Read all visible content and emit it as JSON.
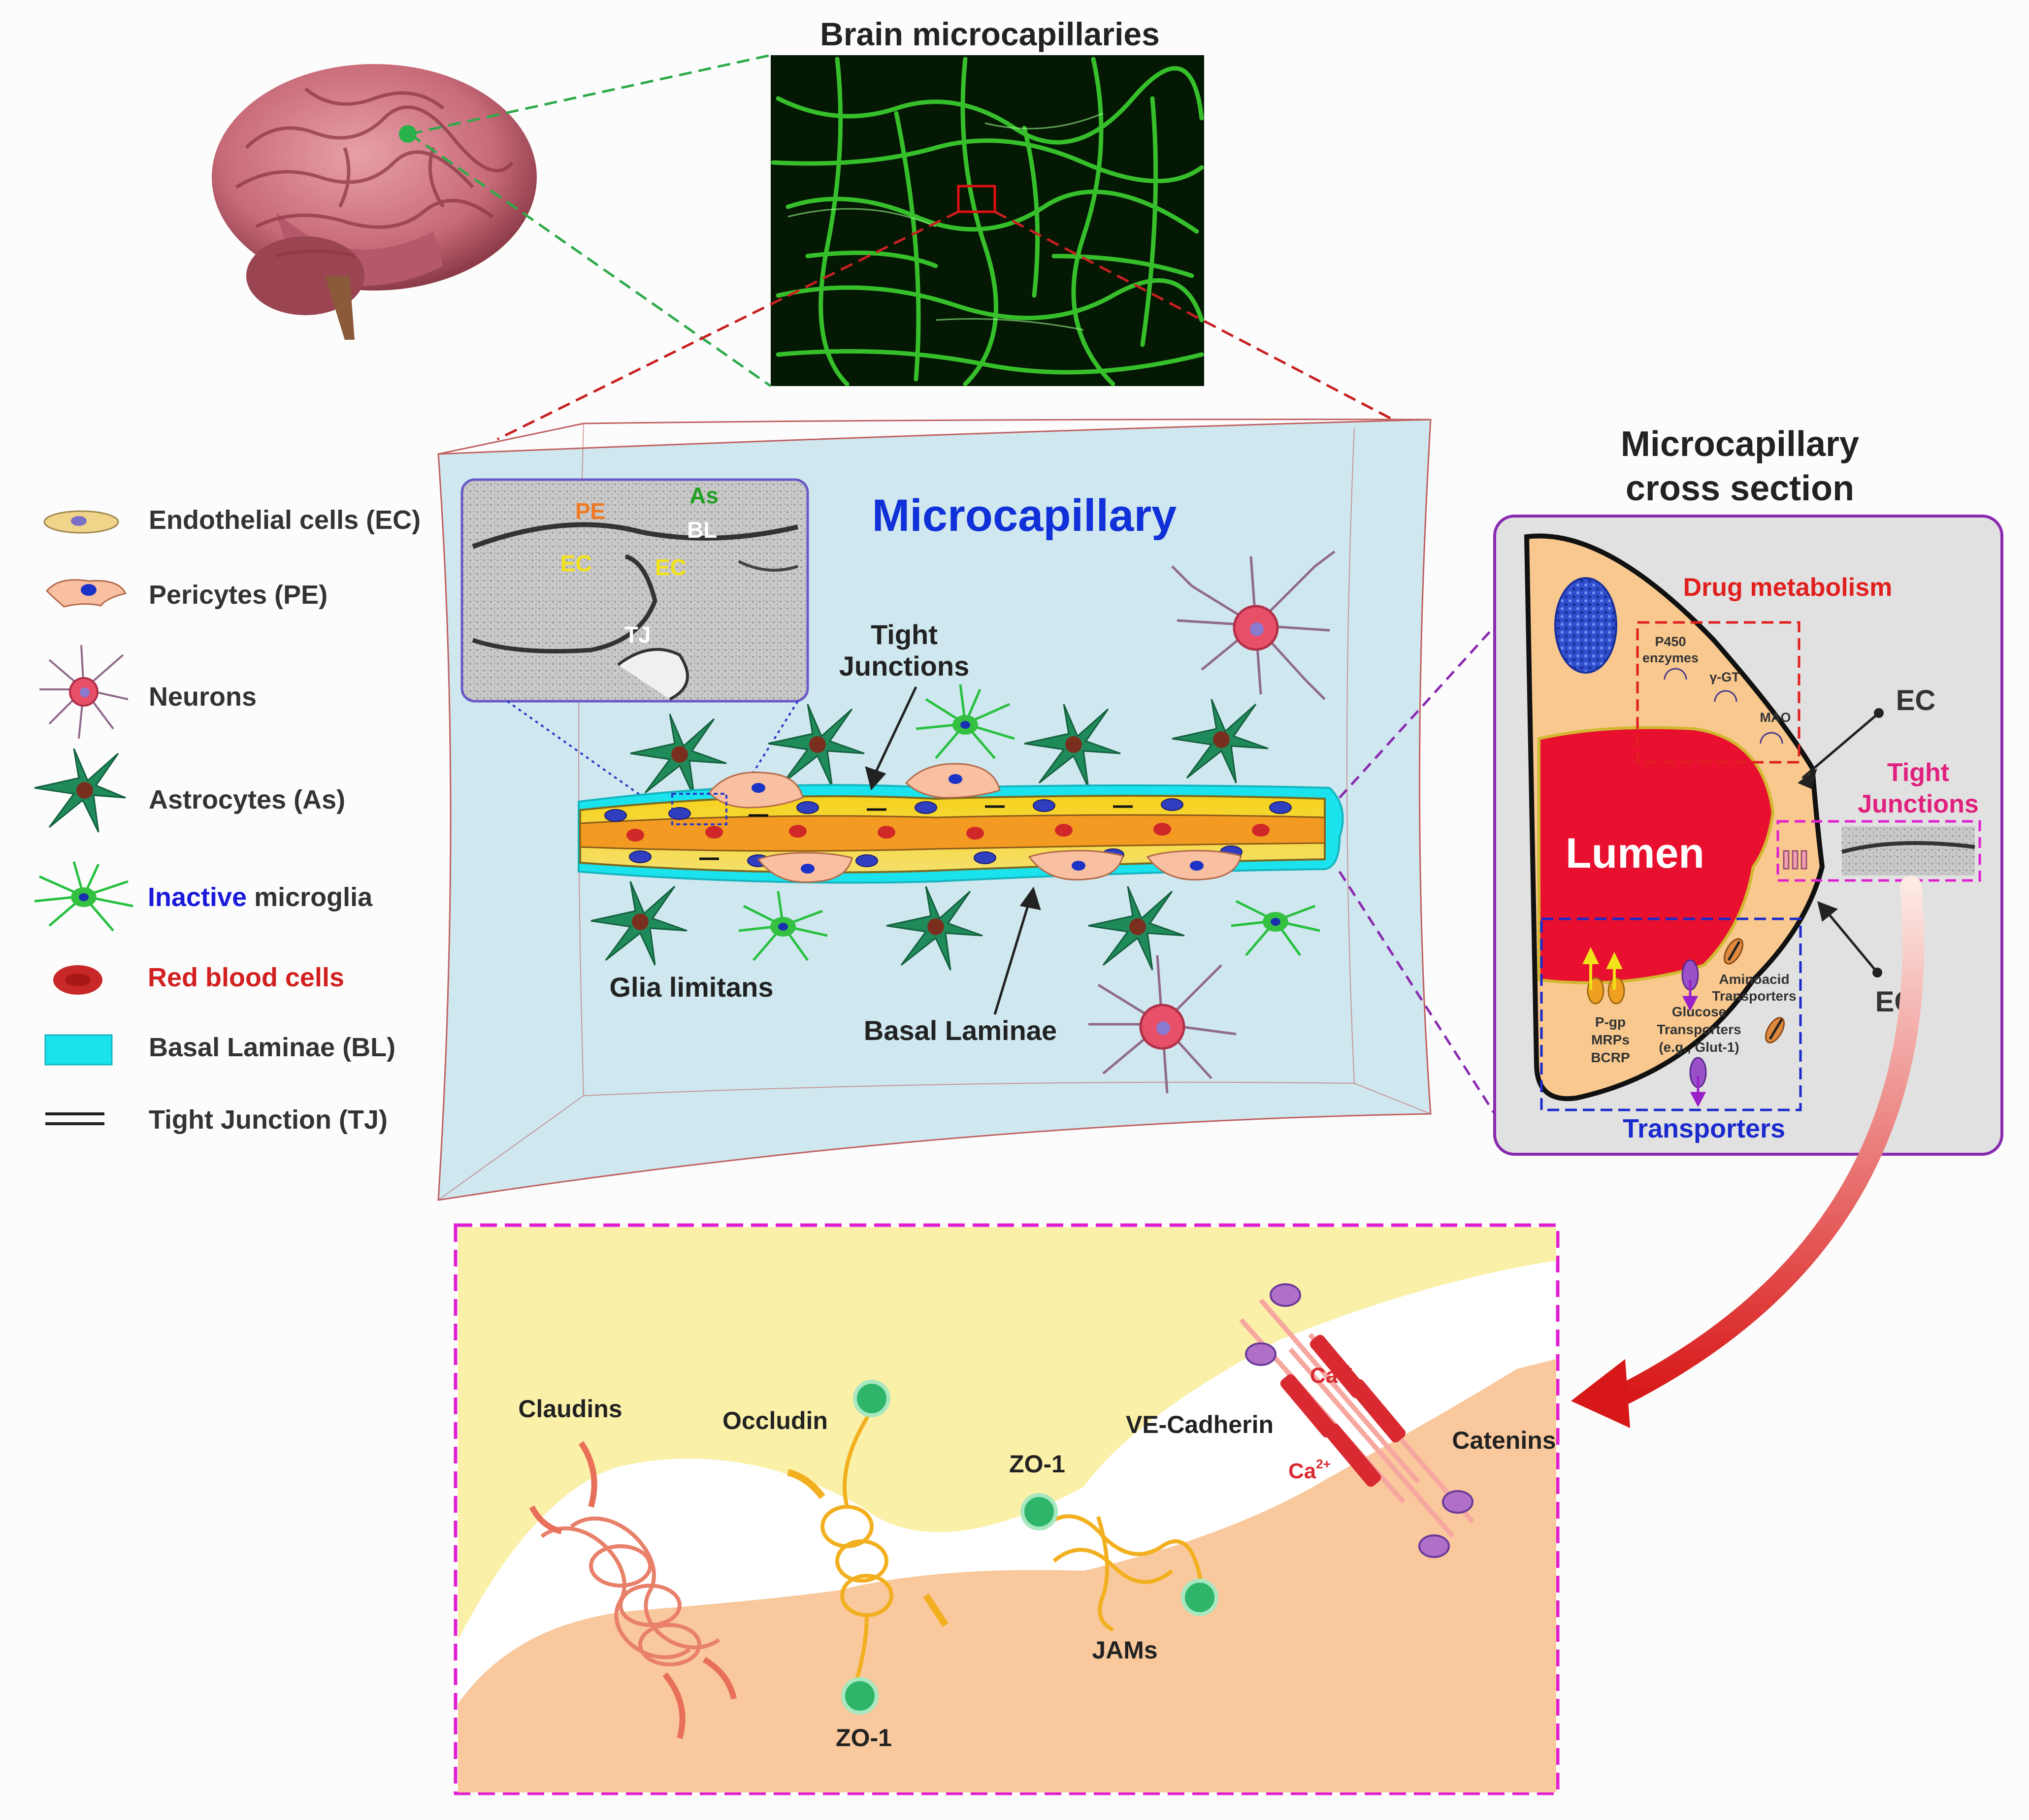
{
  "top": {
    "microcapillaries_title": "Brain microcapillaries"
  },
  "legend": {
    "items": [
      {
        "text": "Endothelial cells (EC)",
        "color": "#333333"
      },
      {
        "text": "Pericytes (PE)",
        "color": "#333333"
      },
      {
        "text": "Neurons",
        "color": "#333333"
      },
      {
        "text": "Astrocytes (As)",
        "color": "#333333"
      },
      {
        "prefix": "Inactive",
        "prefix_color": "#1a1adb",
        "text": " microglia",
        "color": "#333333"
      },
      {
        "text": "Red blood cells",
        "color": "#d21f1f"
      },
      {
        "text": "Basal Laminae (BL)",
        "color": "#333333"
      },
      {
        "text": "Tight Junction (TJ)",
        "color": "#333333"
      }
    ]
  },
  "microcapillary": {
    "title": "Microcapillary",
    "title_color": "#1030d8",
    "tight_junctions": [
      "Tight",
      "Junctions"
    ],
    "glia_limitans": "Glia limitans",
    "basal_laminae": "Basal Laminae",
    "em_labels": {
      "pe": "PE",
      "as": "As",
      "bl": "BL",
      "ec1": "EC",
      "ec2": "EC",
      "tj": "TJ"
    }
  },
  "cross_section": {
    "title": [
      "Microcapillary",
      "cross section"
    ],
    "drug_metabolism": "Drug metabolism",
    "p450": [
      "P450",
      "enzymes"
    ],
    "ggt": "γ-GT",
    "mao": "MAO",
    "ec_top": "EC",
    "ec_bottom": "EC",
    "tight_junctions": [
      "Tight",
      "Junctions"
    ],
    "lumen": "Lumen",
    "pgp": [
      "P-gp",
      "MRPs",
      "BCRP"
    ],
    "glucose": [
      "Glucose",
      "Transporters",
      "(e.g., Glut-1)"
    ],
    "aminoacid": [
      "Aminoacid",
      "Transporters"
    ],
    "transporters": "Transporters"
  },
  "junctions": {
    "claudins": "Claudins",
    "occludin": "Occludin",
    "zo1_top": "ZO-1",
    "zo1_bottom": "ZO-1",
    "ve_cadherin": "VE-Cadherin",
    "catenins": "Catenins",
    "jams": "JAMs",
    "ca_top": "Ca",
    "ca_bottom": "Ca",
    "ca_sup": "2+"
  }
}
